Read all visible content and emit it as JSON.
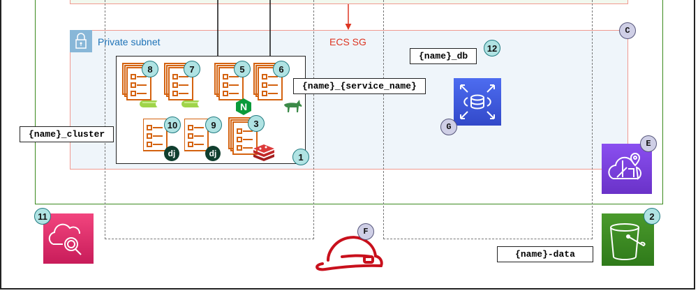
{
  "diagram": {
    "private_subnet_label": "Private subnet",
    "security_group_label": "ECS SG",
    "tags": {
      "cluster": "{name}_cluster",
      "service": "{name}_{service_name}",
      "db": "{name}_db",
      "data": "{name}-data"
    },
    "badges": {
      "cluster": "1",
      "s3": "2",
      "redis": "3",
      "nginx": "5",
      "gunicorn": "6",
      "celery_beat": "7",
      "celery_worker": "8",
      "django_9": "9",
      "django_10": "10",
      "cloudwatch": "11",
      "db": "12",
      "sg_letter": "C",
      "location_letter": "E",
      "hat_letter": "F",
      "rds_letter": "G"
    },
    "icons": {
      "lock": "lock-icon",
      "task": "ecs-task-icon",
      "nginx": "nginx-icon",
      "django": "django-icon",
      "redis": "redis-icon",
      "celery": "celery-icon",
      "unicorn": "gunicorn-icon",
      "rds": "rds-icon",
      "location": "location-service-icon",
      "s3": "s3-bucket-icon",
      "cloudwatch": "cloudwatch-icon",
      "hardhat": "hardhat-icon"
    },
    "colors": {
      "vpc_border": "#3b8a1e",
      "subnet_border": "#f09a90",
      "private_subnet_bg": "#eff5fa",
      "sg_text": "#dd3522",
      "subnet_text": "#1f73b7",
      "task_orange": "#d4620f",
      "rds_blue": "#3f5de0",
      "location_purple": "#7b3fe0",
      "s3_green": "#3f8b24",
      "cloudwatch_pink": "#e0336d",
      "hat_red": "#c8101c"
    },
    "nodes": {
      "nginx_label": "N",
      "django_label": "dj"
    }
  }
}
